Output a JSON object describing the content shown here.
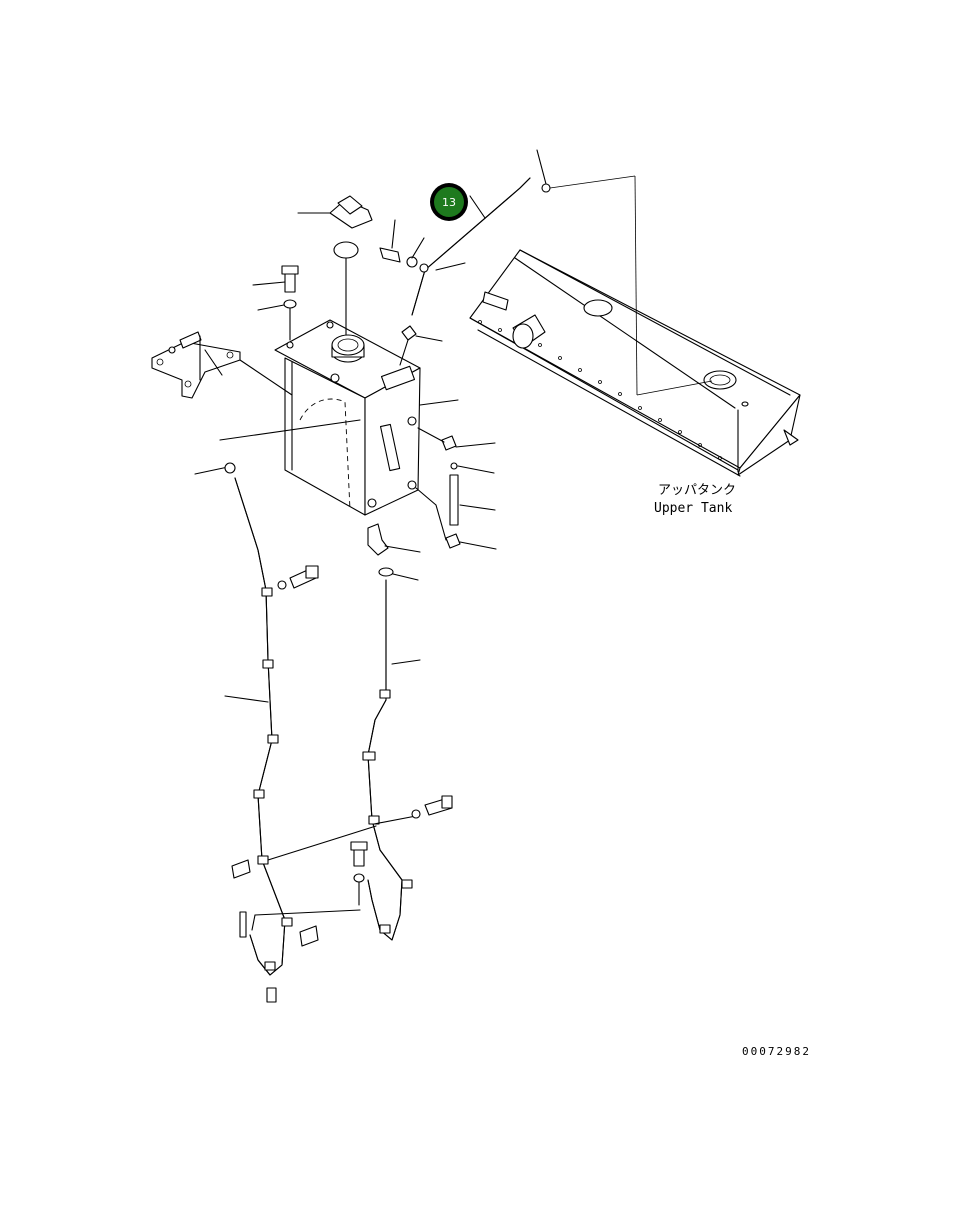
{
  "callout": {
    "number": "13",
    "fill_color": "#1e7a1e",
    "ring_color": "#000000"
  },
  "upper_tank": {
    "label_jp": "アッパタンク",
    "label_en": "Upper Tank"
  },
  "drawing_code": "00072982"
}
